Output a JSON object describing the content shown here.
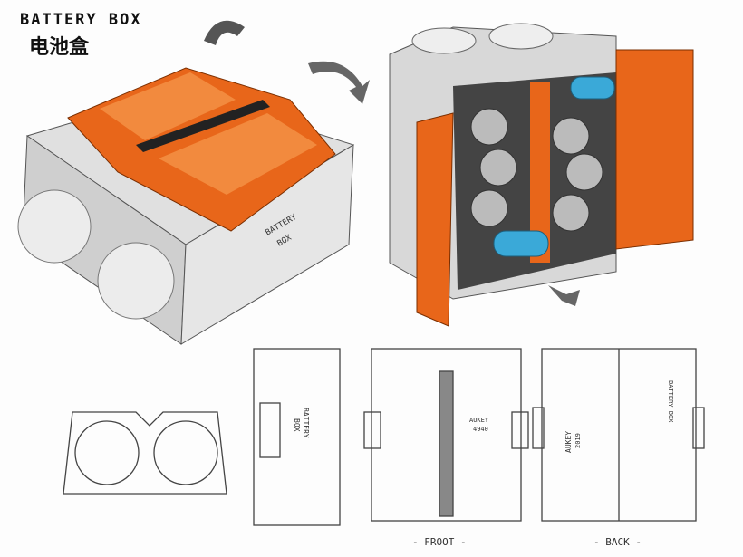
{
  "header": {
    "title": "BATTERY BOX",
    "subtitle": "电池盒"
  },
  "iso_view": {
    "label_line1": "BATTERY",
    "label_line2": "BOX"
  },
  "side_view": {
    "label_line1": "BATTERY",
    "label_line2": "BOX"
  },
  "front_view": {
    "caption": "- FROOT -",
    "brand": "AUKEY",
    "brand_sub": "4940"
  },
  "back_view": {
    "caption": "- BACK -",
    "brand": "AUKEY",
    "brand_sub": "2019",
    "note": "BATTERY BOX"
  },
  "colors": {
    "orange": "#e8661a",
    "blue": "#3aa9d8",
    "body": "#d9d9d9"
  }
}
